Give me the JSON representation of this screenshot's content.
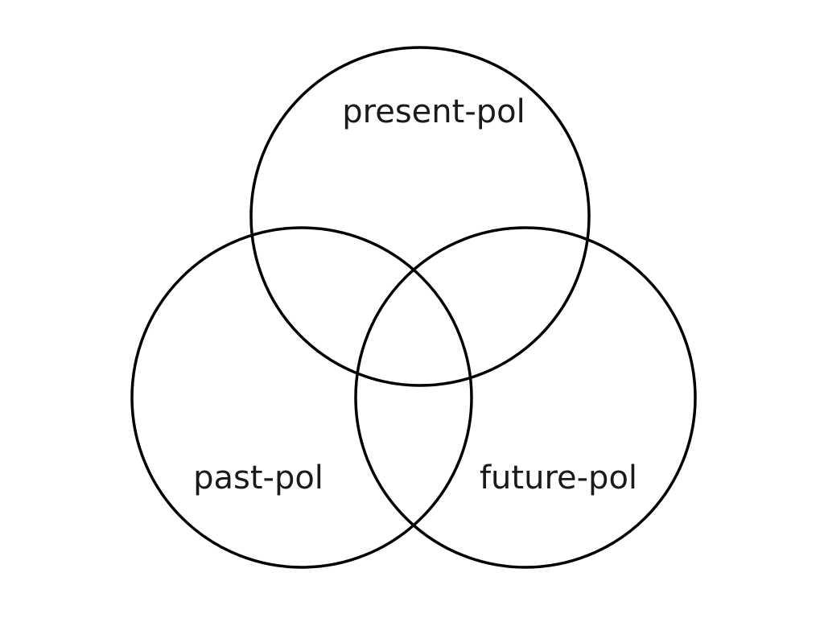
{
  "diagram": {
    "type": "venn",
    "background_color": "#ffffff",
    "circle_stroke_color": "#000000",
    "label_text_color": "#1a1a1a",
    "sets": [
      {
        "label": "present-pol",
        "position": "top"
      },
      {
        "label": "past-pol",
        "position": "bottom-left"
      },
      {
        "label": "future-pol",
        "position": "bottom-right"
      }
    ]
  }
}
